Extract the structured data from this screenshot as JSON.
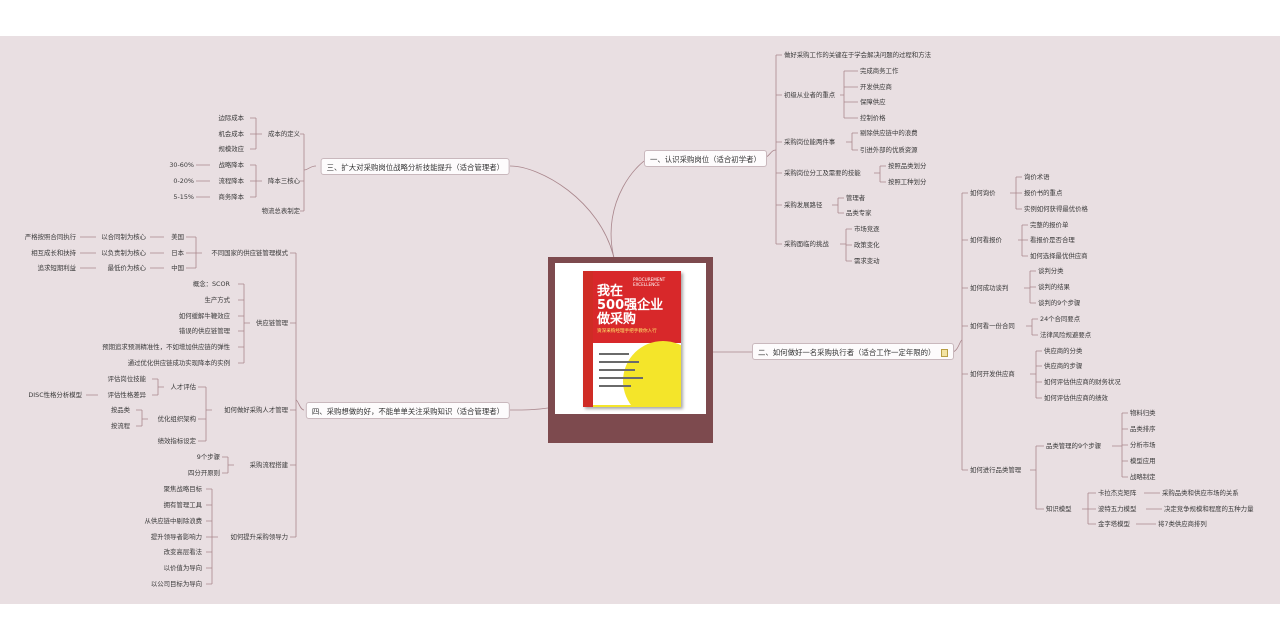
{
  "center": {
    "title_line1": "我在",
    "title_line2": "500强企业",
    "title_line3": "做采购",
    "subtitle": "资深采购经理手把手教你入行",
    "english": "PROCUREMENT EXCELLENCE"
  },
  "branches": {
    "b1": {
      "label": "一、认识采购岗位（适合初学者）",
      "items": {
        "i1": "做好采购工作的关键在于学会解决问题的过程和方法",
        "i2": "初级从业者的重点",
        "i2a": "完成商务工作",
        "i2b": "开发供应商",
        "i2c": "保障供应",
        "i2d": "控制价格",
        "i3": "采购岗位能两件事",
        "i3a": "剔除供应链中的浪费",
        "i3b": "引进外部的优质资源",
        "i4": "采购岗位分工及需要的技能",
        "i4a": "按照品类划分",
        "i4b": "按照工种划分",
        "i5": "采购发展路径",
        "i5a": "管理者",
        "i5b": "品类专家",
        "i6": "采购面临的挑战",
        "i6a": "市场竞逐",
        "i6b": "政策变化",
        "i6c": "需求变动"
      }
    },
    "b2": {
      "label": "二、如何做好一名采购执行者（适合工作一定年限的）",
      "items": {
        "q": "如何询价",
        "q1": "询价术语",
        "q2": "报价书的重点",
        "q3": "实例如何获得最优价格",
        "p": "如何看报价",
        "p1": "完整的报价单",
        "p2": "看报价是否合理",
        "p3": "如何选择最优供应商",
        "n": "如何成功谈判",
        "n1": "谈判分类",
        "n2": "谈判的结果",
        "n3": "谈判的9个步骤",
        "c": "如何看一份合同",
        "c1": "24个合同要点",
        "c2": "法律风险规避要点",
        "s": "如何开发供应商",
        "s1": "供应商的分类",
        "s2": "供应商的步骤",
        "s3": "如何评估供应商的财务状况",
        "s4": "如何评估供应商的绩效",
        "m": "如何进行品类管理",
        "m1": "品类管理的9个步骤",
        "m1a": "物料归类",
        "m1b": "品类排序",
        "m1c": "分析市场",
        "m1d": "模型应用",
        "m1e": "战略制定",
        "m2": "知识模型",
        "m2a": "卡拉杰克矩阵",
        "m2a1": "采购品类和供应市场的关系",
        "m2b": "波特五力模型",
        "m2b1": "决定竞争规模和程度的五种力量",
        "m2c": "金字塔模型",
        "m2c1": "将7类供应商排列"
      }
    },
    "b3": {
      "label": "三、扩大对采购岗位战略分析技能提升（适合管理者）",
      "items": {
        "d": "成本的定义",
        "d1": "边际成本",
        "d2": "机会成本",
        "d3": "规模效应",
        "k": "降本三核心",
        "k1": "战略降本",
        "k1p": "30-60%",
        "k2": "流程降本",
        "k2p": "0-20%",
        "k3": "商务降本",
        "k3p": "5-15%",
        "w": "物流总表制定"
      }
    },
    "b4": {
      "label": "四、采购想做的好，不能单单关注采购知识（适合管理者）",
      "items": {
        "g": "不同国家的供应链管理模式",
        "g1": "美国",
        "g1a": "以合同制为核心",
        "g1b": "严格按照合同执行",
        "g2": "日本",
        "g2a": "以负责制为核心",
        "g2b": "相互成长和扶持",
        "g3": "中国",
        "g3a": "最低价为核心",
        "g3b": "追求短期利益",
        "sc": "供应链管理",
        "sc1": "概念：SCOR",
        "sc2": "生产方式",
        "sc3": "如何缓解牛鞭效应",
        "sc4": "错误的供应链管理",
        "sc5": "预期追求预测精准性，不如增加供应链的弹性",
        "sc6": "通过优化供应链成功实现降本的实例",
        "h": "如何做好采购人才管理",
        "h1": "人才评估",
        "h1a": "评估岗位技能",
        "h1b": "评估性格差异",
        "h1c": "DISC性格分析模型",
        "h2": "优化组织架构",
        "h2a": "按品类",
        "h2b": "按流程",
        "h3": "绩效指标设定",
        "f": "采购流程搭建",
        "f1": "9个步骤",
        "f2": "四分开原则",
        "l": "如何提升采购领导力",
        "l1": "聚焦战略目标",
        "l2": "拥有管理工具",
        "l3": "从供应链中剔除浪费",
        "l4": "提升领导者影响力",
        "l5": "改变高层看法",
        "l6": "以价值为导向",
        "l7": "以公司目标为导向"
      }
    }
  }
}
